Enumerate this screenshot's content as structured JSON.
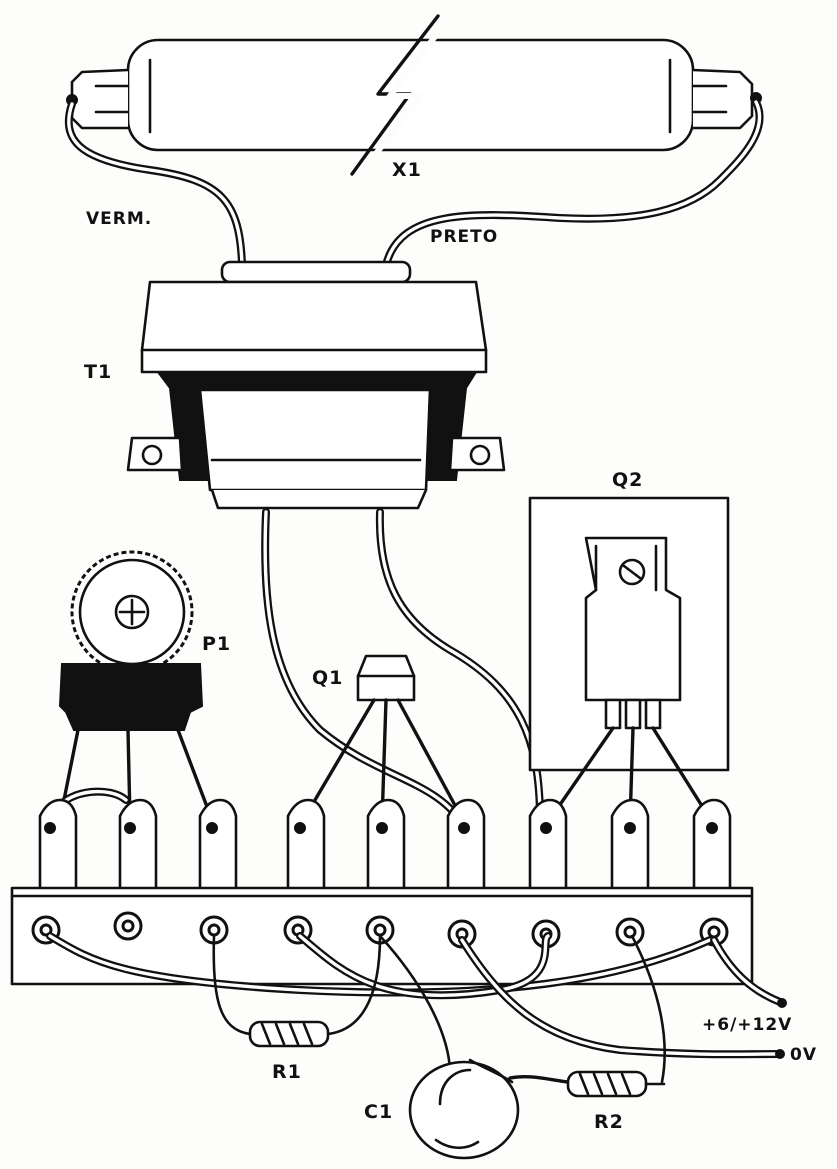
{
  "diagram": {
    "labels": {
      "x1": "X1",
      "verm": "VERM.",
      "preto": "PRETO",
      "t1": "T1",
      "q2": "Q2",
      "p1": "P1",
      "q1": "Q1",
      "r1": "R1",
      "r2": "R2",
      "c1": "C1",
      "supply_pos": "+6/+12V",
      "supply_zero": "0V"
    }
  }
}
